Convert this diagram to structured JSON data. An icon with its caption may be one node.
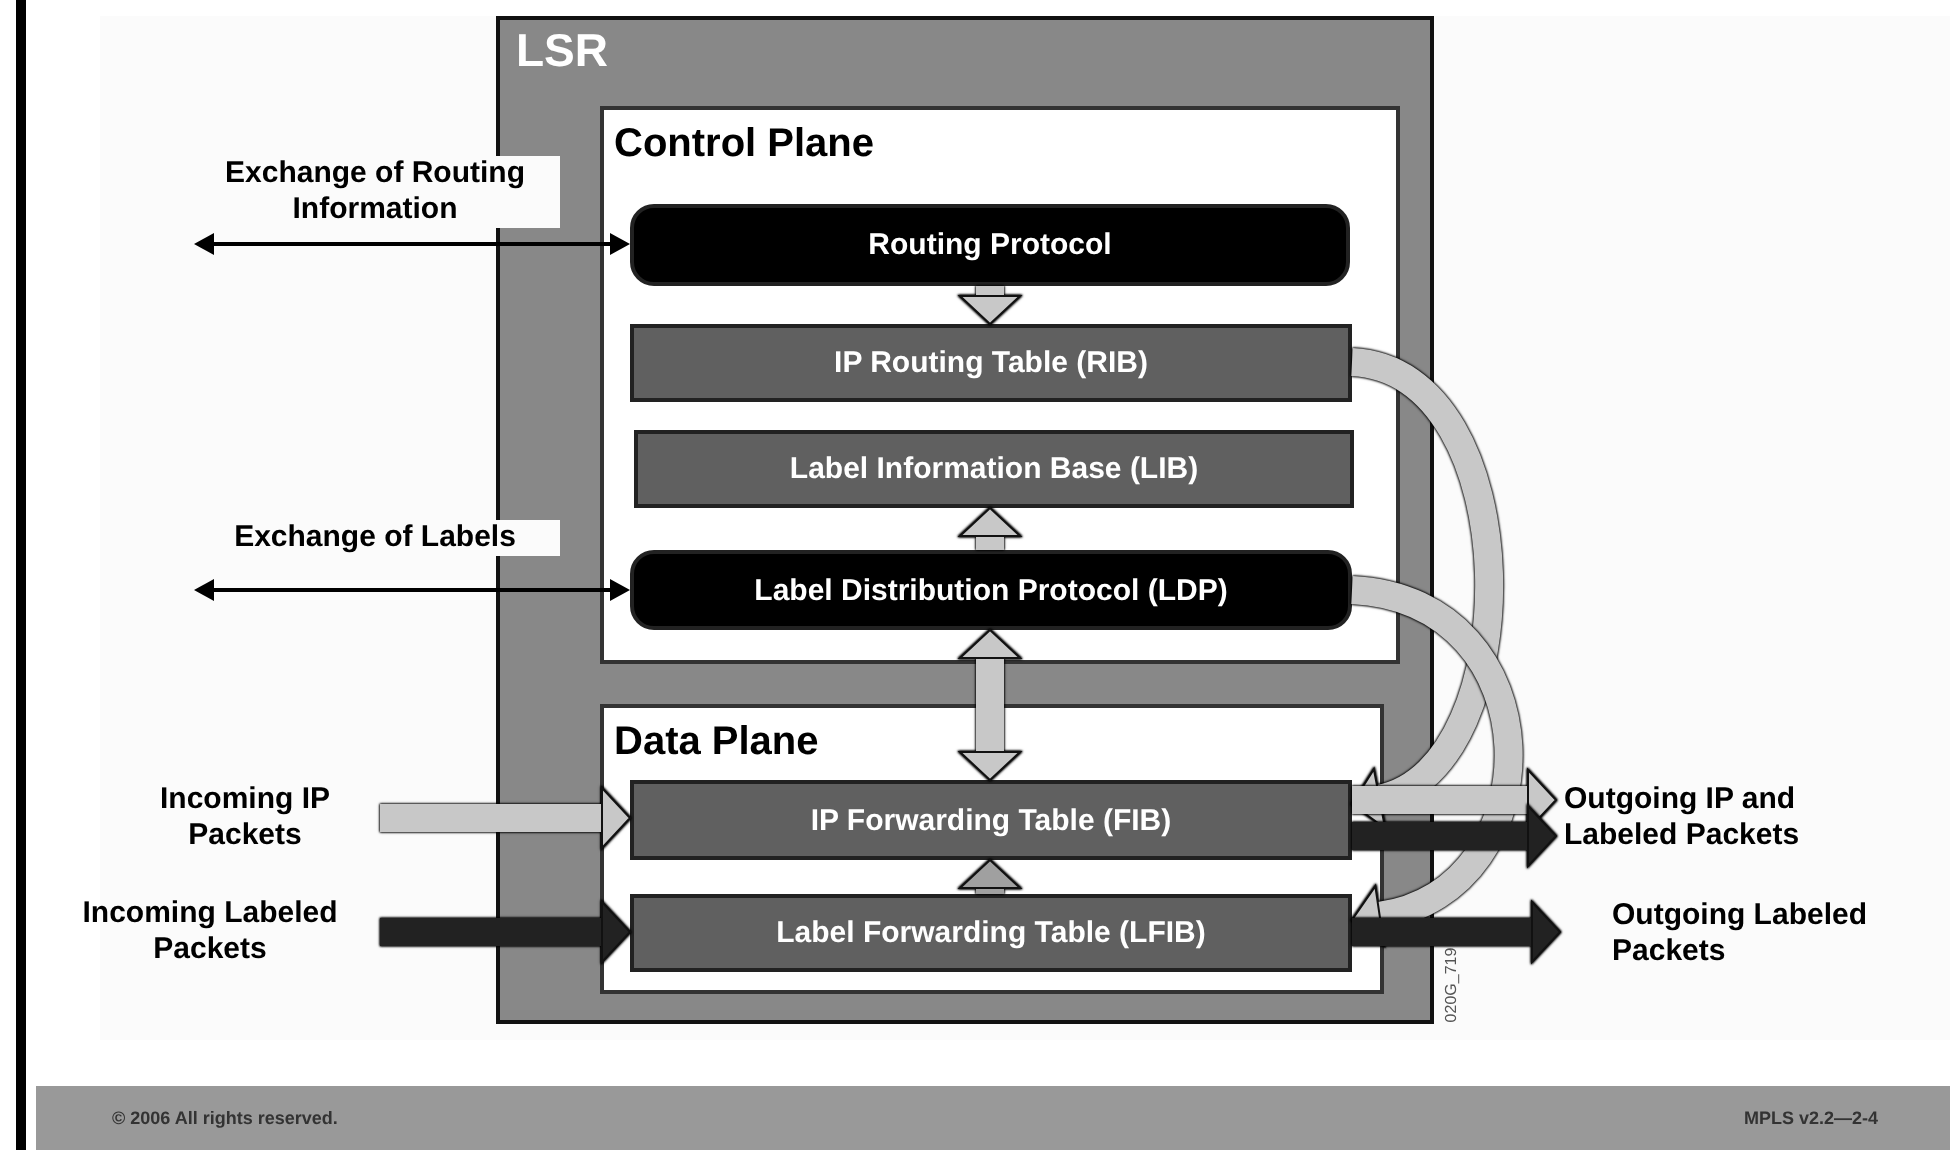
{
  "diagram": {
    "nodes": [
      {
        "text": [
          "LSR"
        ]
      },
      {
        "text": [
          "Control Plane"
        ],
        "in": 0
      },
      {
        "text": [
          "Routing Protocol"
        ],
        "in": 1
      },
      {
        "text": [
          "IP Routing Table (RIB)"
        ],
        "in": 1
      },
      {
        "text": [
          "Label Information Base (LIB)"
        ],
        "in": 1
      },
      {
        "text": [
          "Label Distribution Protocol (LDP)"
        ],
        "in": 1
      },
      {
        "text": [
          "Data Plane"
        ],
        "in": 0
      },
      {
        "text": [
          "IP Forwarding Table (FIB)"
        ],
        "in": 6
      },
      {
        "text": [
          "Label Forwarding Table (LFIB)"
        ],
        "in": 6
      },
      {
        "text": [
          "Incoming IP Packets"
        ]
      },
      {
        "text": [
          "Incoming Labeled Packets"
        ]
      },
      {
        "text": [
          "Outgoing IP and Labeled Packets"
        ]
      },
      {
        "text": [
          "Outgoing Labeled Packets"
        ]
      }
    ],
    "edges": [
      {
        "from": null,
        "to": 2,
        "arrow": "both",
        "label": "Exchange of Routing Information",
        "color": "#000000"
      },
      {
        "from": null,
        "to": 5,
        "arrow": "both",
        "label": "Exchange of Labels",
        "color": "#000000"
      },
      {
        "from": 2,
        "to": 3,
        "arrow": "to"
      },
      {
        "from": 5,
        "to": 4,
        "arrow": "to"
      },
      {
        "from": 5,
        "to": 7,
        "arrow": "both"
      },
      {
        "from": 8,
        "to": 7,
        "arrow": "to",
        "color": "#a0a0a0"
      },
      {
        "from": 3,
        "to": 7,
        "arrow": "to"
      },
      {
        "from": 5,
        "to": 8,
        "arrow": "to"
      },
      {
        "from": 9,
        "to": 7,
        "arrow": "to"
      },
      {
        "from": 10,
        "to": 8,
        "arrow": "to",
        "color": "#222222"
      },
      {
        "from": 7,
        "to": 11,
        "arrow": "to"
      },
      {
        "from": 7,
        "to": 11,
        "arrow": "to",
        "color": "#222222"
      },
      {
        "from": 8,
        "to": 12,
        "arrow": "to",
        "color": "#222222"
      }
    ],
    "labels": [
      "020G_719",
      "© 2006 All rights reserved.",
      "MPLS v2.2—2-4"
    ]
  }
}
